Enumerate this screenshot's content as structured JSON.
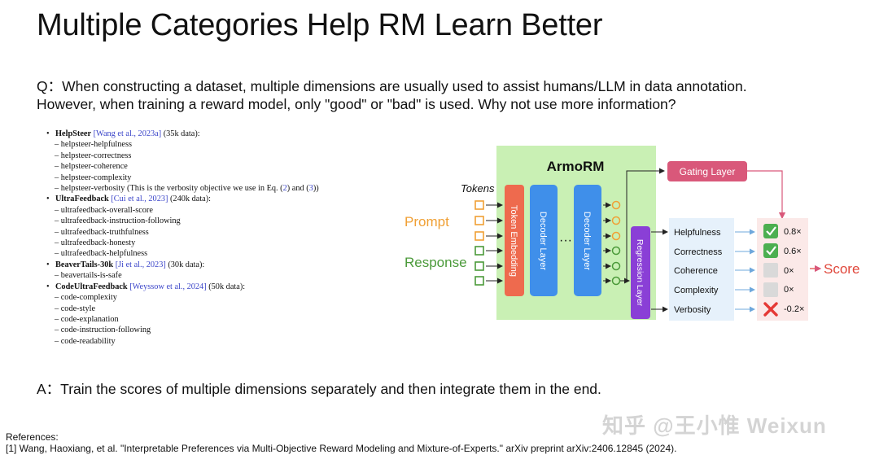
{
  "slide": {
    "title": "Multiple Categories Help RM Learn Better",
    "question_line1": "Q：When constructing a dataset, multiple dimensions are usually used to assist humans/LLM in data annotation.",
    "question_line2": "However, when training a reward model, only \"good\" or \"bad\" is used. Why not use more information?",
    "answer": "A：Train the scores of multiple dimensions separately and then integrate them in the end.",
    "references_label": "References:",
    "reference_1": "[1] Wang, Haoxiang, et al. \"Interpretable Preferences via Multi-Objective Reward Modeling and Mixture-of-Experts.\" arXiv preprint arXiv:2406.12845 (2024).",
    "watermark": "知乎 @王小惟 Weixun"
  },
  "datasets": [
    {
      "name": "HelpSteer",
      "cite": "[Wang et al., 2023a]",
      "size": "(35k data):",
      "items": [
        "helpsteer-helpfulness",
        "helpsteer-correctness",
        "helpsteer-coherence",
        "helpsteer-complexity"
      ],
      "verbosity_item": {
        "pre": "helpsteer-verbosity (This is the verbosity objective we use in Eq. (",
        "ref1": "2",
        "mid": ") and (",
        "ref2": "3",
        "post": "))"
      }
    },
    {
      "name": "UltraFeedback",
      "cite": "[Cui et al., 2023]",
      "size": "(240k data):",
      "items": [
        "ultrafeedback-overall-score",
        "ultrafeedback-instruction-following",
        "ultrafeedback-truthfulness",
        "ultrafeedback-honesty",
        "ultrafeedback-helpfulness"
      ]
    },
    {
      "name": "BeaverTails-30k",
      "cite": "[Ji et al., 2023]",
      "size": "(30k data):",
      "items": [
        "beavertails-is-safe"
      ]
    },
    {
      "name": "CodeUltraFeedback",
      "cite": "[Weyssow et al., 2024]",
      "size": "(50k data):",
      "items": [
        "code-complexity",
        "code-style",
        "code-explanation",
        "code-instruction-following",
        "code-readability"
      ]
    }
  ],
  "diagram": {
    "model_name": "ArmoRM",
    "tokens_label": "Tokens",
    "prompt_label": "Prompt",
    "response_label": "Response",
    "token_embedding": "Token Embedding",
    "decoder_layer_1": "Decoder Layer",
    "decoder_layer_2": "Decoder Layer",
    "ellipsis": "···",
    "regression_layer": "Regression Layer",
    "gating_layer": "Gating Layer",
    "score_label": "Score",
    "objectives": [
      "Helpfulness",
      "Correctness",
      "Coherence",
      "Complexity",
      "Verbosity"
    ],
    "weights": [
      "0.8×",
      "0.6×",
      "0×",
      "0×",
      "-0.2×"
    ],
    "weight_icons": [
      "check-icon",
      "check-icon",
      "blank-icon",
      "blank-icon",
      "cross-icon"
    ],
    "colors": {
      "armo_bg": "#c9f0b4",
      "token_embedding": "#ee6a4e",
      "decoder": "#3f8fea",
      "regression": "#8a3fd6",
      "gating": "#d9587a",
      "objectives_bg": "#e6f1fb",
      "weights_bg": "#fbe9e8",
      "prompt_text": "#f0a035",
      "response_text": "#4b9a3a",
      "score_text": "#e0473b"
    }
  }
}
